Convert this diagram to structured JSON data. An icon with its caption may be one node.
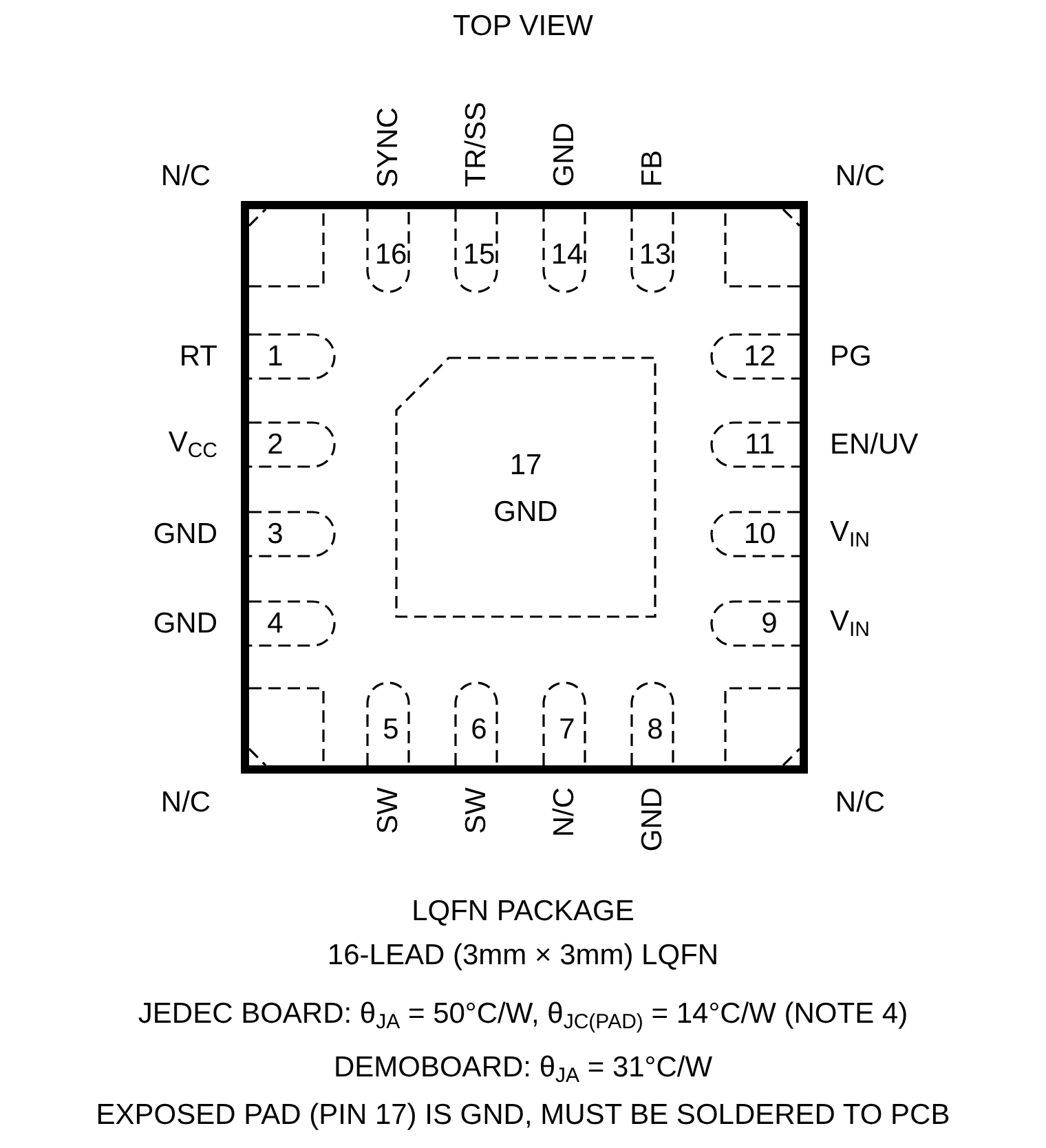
{
  "diagram": {
    "title": "TOP VIEW",
    "nodes": [
      {
        "text": [],
        "shape": "box"
      },
      {
        "text": [
          "17",
          "GND"
        ],
        "in": 0
      }
    ],
    "labels": [
      "N/C",
      "SYNC",
      "TR/SS",
      "GND",
      "FB",
      "N/C",
      "16",
      "15",
      "14",
      "13",
      "RT",
      "1",
      "12",
      "PG",
      "V$_{CC}$",
      "2",
      "11",
      "EN/UV",
      "GND",
      "3",
      "10",
      "V$_{IN}$",
      "GND",
      "4",
      "9",
      "V$_{IN}$",
      "5",
      "6",
      "7",
      "8",
      "N/C",
      "SW",
      "SW",
      "N/C",
      "GND",
      "N/C",
      "LQFN PACKAGE",
      "16-LEAD (3mm × 3mm) LQFN",
      "JEDEC BOARD: θ$_{JA}$ = 50°C/W, θ$_{JC(PAD)}$ = 14°C/W (NOTE 4)",
      "DEMOBOARD: θ$_{JA}$ = 31°C/W",
      "EXPOSED PAD (PIN 17) IS GND, MUST BE SOLDERED TO PCB"
    ]
  }
}
